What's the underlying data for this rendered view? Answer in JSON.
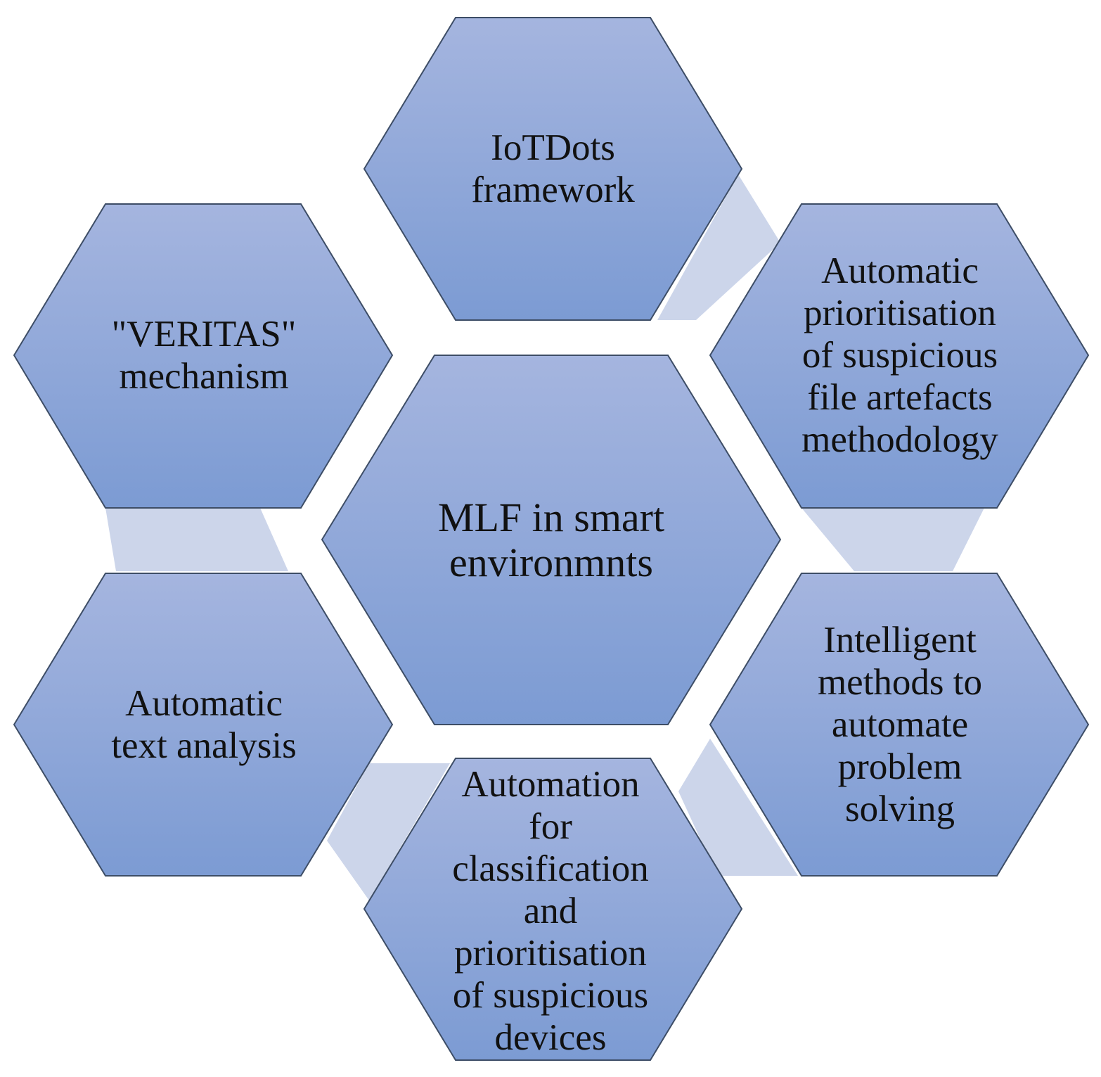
{
  "diagram": {
    "center": {
      "label": "MLF in smart\nenvironmnts"
    },
    "nodes": {
      "top": {
        "label": "IoTDots\nframework"
      },
      "upper_right": {
        "label": "Automatic\nprioritisation\nof suspicious\nfile  artefacts\nmethodology"
      },
      "lower_right": {
        "label": "Intelligent\nmethods to\nautomate\nproblem\nsolving"
      },
      "bottom": {
        "label": "Automation\nfor\nclassification\nand\nprioritisation\nof suspicious\ndevices"
      },
      "lower_left": {
        "label": "Automatic\ntext  analysis"
      },
      "upper_left": {
        "label": "\"VERITAS\"\nmechanism"
      }
    },
    "colors": {
      "hex_top": "#a5b5df",
      "hex_bottom": "#7c9bd3",
      "hex_outline": "#3d4d66",
      "connector": "#ccd5ea"
    }
  }
}
